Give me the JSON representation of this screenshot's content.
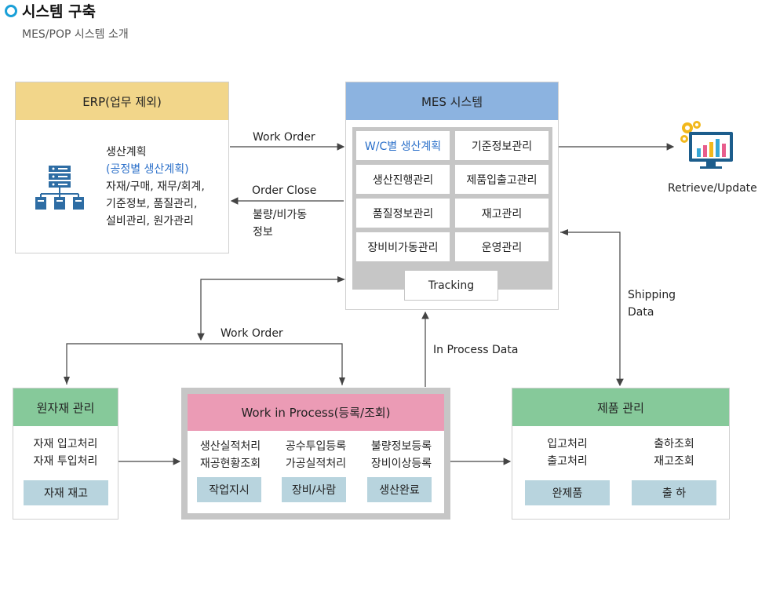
{
  "header": {
    "title": "시스템 구축",
    "subtitle": "MES/POP 시스템 소개"
  },
  "erp": {
    "title": "ERP(업무 제외)",
    "line1": "생산계획",
    "line2": "(공정별 생산계획)",
    "line3": "자재/구매, 재무/회계,",
    "line4": "기준정보, 품질관리,",
    "line5": "설비관리, 원가관리",
    "icon": "server-icon"
  },
  "mes": {
    "title": "MES 시스템",
    "cells": [
      "W/C별 생산계획",
      "기준정보관리",
      "생산진행관리",
      "제품입출고관리",
      "품질정보관리",
      "재고관리",
      "장비비가동관리",
      "운영관리"
    ],
    "tracking": "Tracking"
  },
  "links": {
    "work_order_top": "Work Order",
    "order_close": "Order Close",
    "defect_info_1": "불량/비가동",
    "defect_info_2": "정보",
    "retrieve_update": "Retrieve/Update",
    "shipping_1": "Shipping",
    "shipping_2": "Data",
    "in_process": "In Process Data",
    "work_order_mid": "Work Order"
  },
  "raw": {
    "title": "원자재 관리",
    "line1": "자재 입고처리",
    "line2": "자재 투입처리",
    "tag": "자재 재고"
  },
  "wip": {
    "title": "Work in Process(등록/조회)",
    "c1a": "생산실적처리",
    "c1b": "재공현황조회",
    "c2a": "공수투입등록",
    "c2b": "가공실적처리",
    "c3a": "불량정보등록",
    "c3b": "장비이상등록",
    "step1": "작업지시",
    "step2": "장비/사람",
    "step3": "생산완료"
  },
  "product": {
    "title": "제품 관리",
    "l1a": "입고처리",
    "l1b": "출고처리",
    "r1a": "출하조회",
    "r1b": "재고조회",
    "tag1": "완제품",
    "tag2": "출  하"
  },
  "colors": {
    "erp_head": "#f2d68a",
    "mes_head": "#8cb3e0",
    "green_head": "#86c99a",
    "wip_head": "#eb9bb5",
    "tag": "#b8d4de",
    "accent_blue": "#2a6fc9",
    "title_dot": "#1aa0d8"
  }
}
